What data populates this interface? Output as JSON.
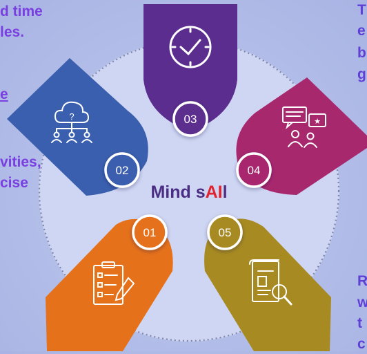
{
  "left_fragments": [
    {
      "text": "d time"
    },
    {
      "text": "les."
    },
    {
      "text": "e"
    },
    {
      "text": "vities,"
    },
    {
      "text": "cise"
    }
  ],
  "right_fragments": [
    {
      "text": "T"
    },
    {
      "text": "e"
    },
    {
      "text": "b"
    },
    {
      "text": "g"
    },
    {
      "text": "R"
    },
    {
      "text": "w"
    },
    {
      "text": "t"
    },
    {
      "text": "c"
    }
  ],
  "center": {
    "prefix": "Mind s",
    "highlight": "AI",
    "suffix": "l"
  },
  "segments": [
    {
      "number": "01",
      "icon": "checklist-icon",
      "color": "#e5711b"
    },
    {
      "number": "02",
      "icon": "cloud-network-icon",
      "color": "#3a5fae"
    },
    {
      "number": "03",
      "icon": "clock-icon",
      "color": "#5b2d8e"
    },
    {
      "number": "04",
      "icon": "chat-people-icon",
      "color": "#a8286e"
    },
    {
      "number": "05",
      "icon": "document-search-icon",
      "color": "#a88a22"
    }
  ],
  "colors": {
    "accent_text": "#7a3fe0",
    "title_text": "#4b2e83",
    "title_highlight": "#e0242f"
  }
}
